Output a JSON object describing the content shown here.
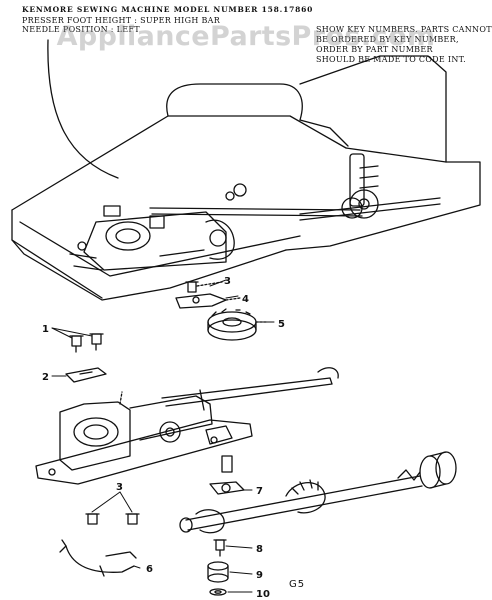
{
  "header": {
    "title": "KENMORE SEWING MACHINE MODEL NUMBER 158.17860",
    "line1": "PRESSER FOOT HEIGHT : SUPER HIGH BAR",
    "line2": "NEEDLE POSITION : LEFT"
  },
  "note": {
    "lines": [
      "SHOW KEY NUMBERS. PARTS CANNOT",
      "BE ORDERED BY KEY NUMBER,",
      "ORDER BY PART NUMBER",
      "SHOULD BE MADE TO CODE INT."
    ]
  },
  "watermark": "AppliancePartsPros.com",
  "page_number": "G5",
  "callouts": {
    "c1": "1",
    "c2": "2",
    "c3a": "3",
    "c3b": "3",
    "c4": "4",
    "c5": "5",
    "c6": "6",
    "c7": "7",
    "c8": "8",
    "c9": "9",
    "c10": "10"
  }
}
